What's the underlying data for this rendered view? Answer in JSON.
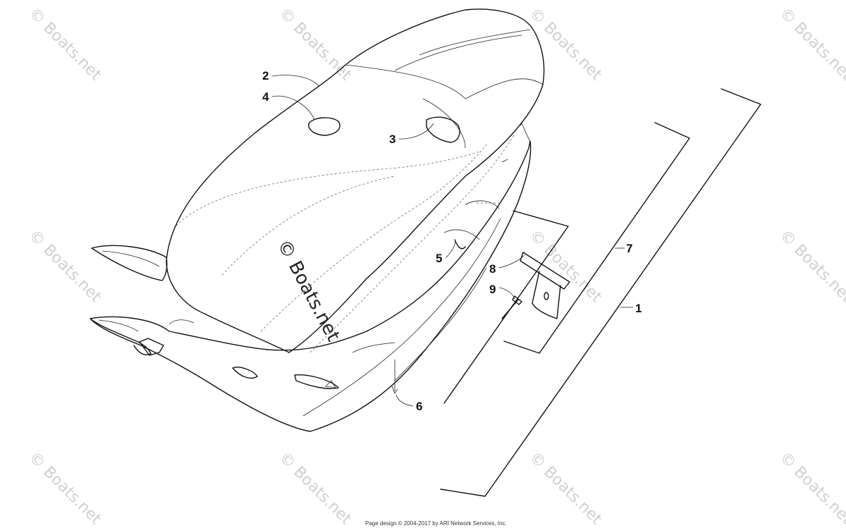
{
  "callouts": [
    {
      "id": "2",
      "label": "2"
    },
    {
      "id": "4",
      "label": "4"
    },
    {
      "id": "3",
      "label": "3"
    },
    {
      "id": "5",
      "label": "5"
    },
    {
      "id": "8",
      "label": "8"
    },
    {
      "id": "9",
      "label": "9"
    },
    {
      "id": "7",
      "label": "7"
    },
    {
      "id": "1",
      "label": "1"
    },
    {
      "id": "6",
      "label": "6"
    }
  ],
  "watermark": {
    "text": "© Boats.net"
  },
  "footer": {
    "text": "Page design © 2004-2017 by ARI Network Services, Inc."
  }
}
